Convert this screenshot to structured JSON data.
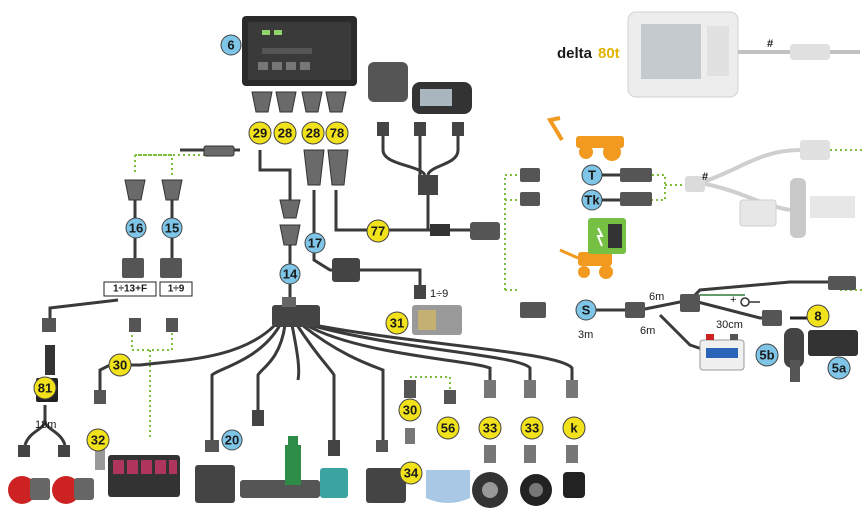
{
  "brand": {
    "name": "delta",
    "suffix": "80t"
  },
  "labels": {
    "hash_top": "#",
    "hash_mid": "#",
    "len_18m": "18m",
    "len_6m_a": "6m",
    "len_6m_b": "6m",
    "len_3m": "3m",
    "len_30cm": "30cm",
    "range_1_9_a": "1÷9",
    "range_1_9_b": "1÷9",
    "range_1_13f": "1÷13+F",
    "plus": "+"
  },
  "badges_blue": [
    "6",
    "16",
    "15",
    "17",
    "14",
    "20",
    "T",
    "Tk",
    "S",
    "5b",
    "5a"
  ],
  "badges_yellow": [
    "29",
    "28",
    "28",
    "78",
    "77",
    "31",
    "30",
    "32",
    "81",
    "30",
    "56",
    "33",
    "33",
    "k",
    "34",
    "8"
  ],
  "colors": {
    "badge_yellow": "#f2e21c",
    "badge_blue": "#7ec5e8",
    "cable": "#3a3a3a",
    "dotted_green": "#7bbf3a",
    "tractor_orange": "#f29a1f",
    "faded": "#c8c8c8"
  },
  "icons": [
    "ecu-box-icon",
    "display-icon",
    "tractor-icon",
    "battery-icon",
    "key-icon",
    "joystick-icon",
    "valve-icon",
    "flowmeter-icon",
    "pressure-sensor-icon",
    "speed-sensor-icon",
    "terminal-icon"
  ]
}
